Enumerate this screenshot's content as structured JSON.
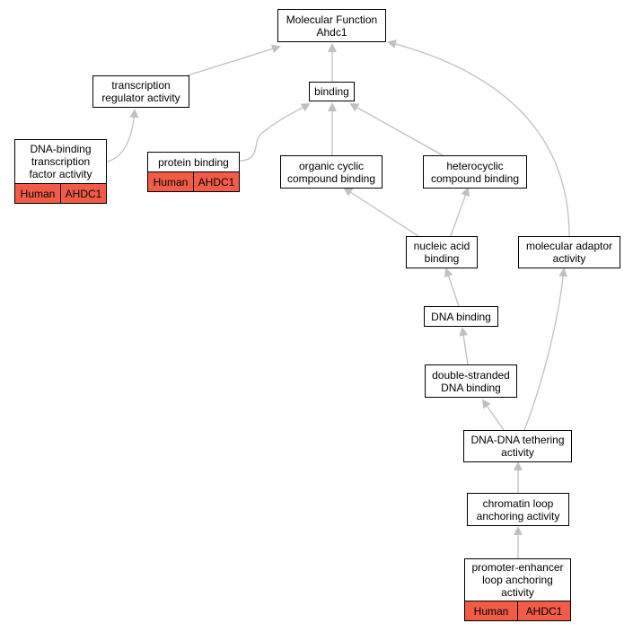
{
  "colors": {
    "edge": "#c0c0c0",
    "annotation": "#f25c47",
    "border": "#000000"
  },
  "nodes": {
    "mf": {
      "label": "Molecular Function\nAhdc1"
    },
    "tra": {
      "label": "transcription\nregulator activity"
    },
    "binding": {
      "label": "binding"
    },
    "dbtf": {
      "label": "DNA-binding\ntranscription\nfactor activity",
      "species": "Human",
      "gene": "AHDC1"
    },
    "pb": {
      "label": "protein binding",
      "species": "Human",
      "gene": "AHDC1"
    },
    "occb": {
      "label": "organic cyclic\ncompound binding"
    },
    "hcb": {
      "label": "heterocyclic\ncompound binding"
    },
    "nab": {
      "label": "nucleic acid\nbinding"
    },
    "maa": {
      "label": "molecular adaptor\nactivity"
    },
    "dnab": {
      "label": "DNA binding"
    },
    "dsdb": {
      "label": "double-stranded\nDNA binding"
    },
    "ddta": {
      "label": "DNA-DNA tethering\nactivity"
    },
    "claa": {
      "label": "chromatin loop\nanchoring activity"
    },
    "pela": {
      "label": "promoter-enhancer\nloop anchoring\nactivity",
      "species": "Human",
      "gene": "AHDC1"
    }
  }
}
